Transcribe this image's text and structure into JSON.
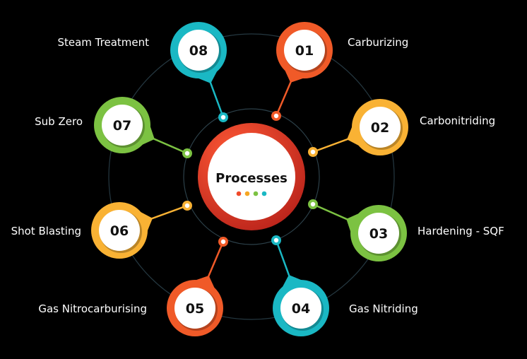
{
  "center": {
    "title": "Processes",
    "dots": [
      "#f04a2a",
      "#f5a623",
      "#7cc242",
      "#1ab8c4"
    ]
  },
  "colors": {
    "background": "#000000",
    "ring": "#253841",
    "center_rim": "#e8402a"
  },
  "processes": [
    {
      "number": "01",
      "label": "Carburizing",
      "color": "#f05a28"
    },
    {
      "number": "02",
      "label": "Carbonitriding",
      "color": "#f9b234"
    },
    {
      "number": "03",
      "label": "Hardening - SQF",
      "color": "#7cc242"
    },
    {
      "number": "04",
      "label": "Gas Nitriding",
      "color": "#1ab8c4"
    },
    {
      "number": "05",
      "label": "Gas Nitrocarburising",
      "color": "#f05a28"
    },
    {
      "number": "06",
      "label": "Shot Blasting",
      "color": "#f9b234"
    },
    {
      "number": "07",
      "label": "Sub Zero",
      "color": "#7cc242"
    },
    {
      "number": "08",
      "label": "Steam Treatment",
      "color": "#1ab8c4"
    }
  ]
}
